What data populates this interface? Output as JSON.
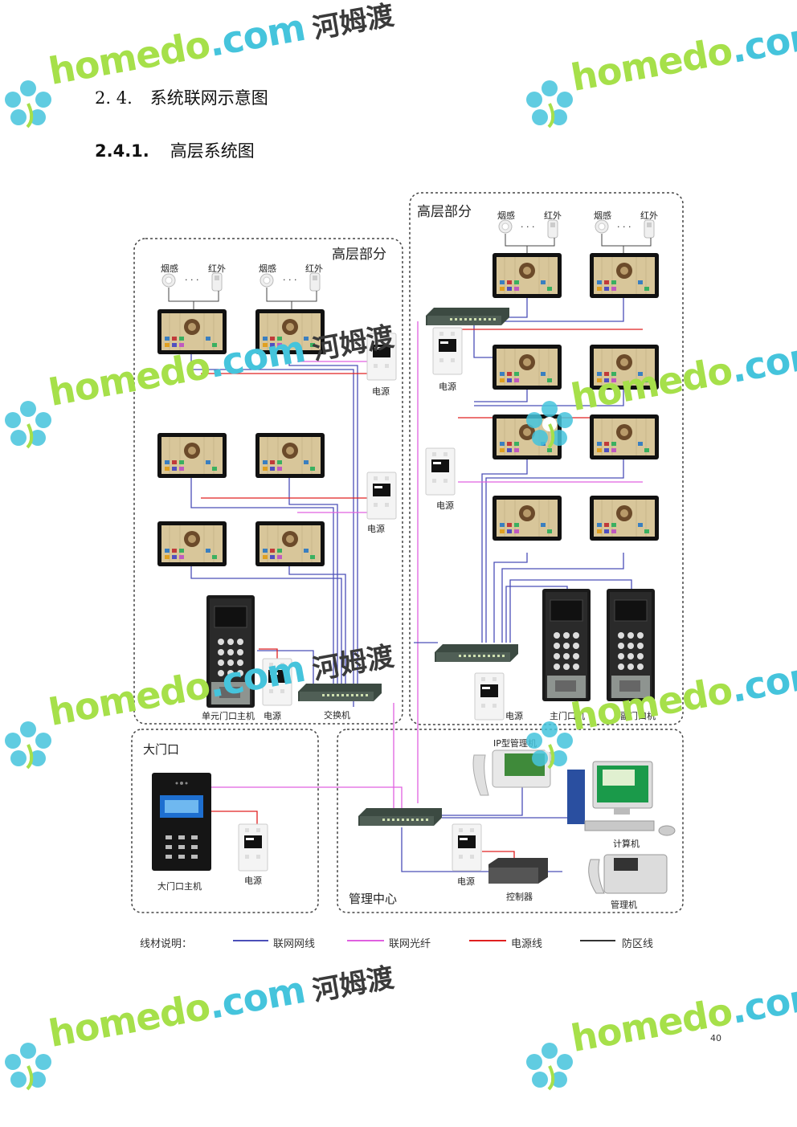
{
  "heading_section": {
    "number": "2. 4.",
    "title": "系统联网示意图"
  },
  "heading_subsection": {
    "number": "2.4.1.",
    "title": "高层系统图"
  },
  "diagram": {
    "left_block_title": "高层部分",
    "right_block_title": "高层部分",
    "gate_block_title": "大门口",
    "mgmt_block_title": "管理中心",
    "smoke": "烟感",
    "infrared": "红外",
    "dots": "· · ·",
    "power": "电源",
    "switch": "交换机",
    "unit_door_host": "单元门口主机",
    "main_door": "主门口机",
    "sub_door": "副门口机",
    "ip_manager": "IP型管理机",
    "computer": "计算机",
    "controller": "控制器",
    "manager": "管理机",
    "gate_host": "大门口主机"
  },
  "legend": {
    "title": "线材说明：",
    "items": [
      {
        "label": "联网网线",
        "color": "#4b4fb8"
      },
      {
        "label": "联网光纤",
        "color": "#e060e0"
      },
      {
        "label": "电源线",
        "color": "#e02020"
      },
      {
        "label": "防区线",
        "color": "#333333"
      }
    ]
  },
  "watermark": {
    "brand_a": "home",
    "brand_b": "do",
    "brand_c": ".com",
    "brand_cn": "河姆渡",
    "home_color": "#a6e04a",
    "com_color": "#45c4dc"
  },
  "page_number": "40"
}
